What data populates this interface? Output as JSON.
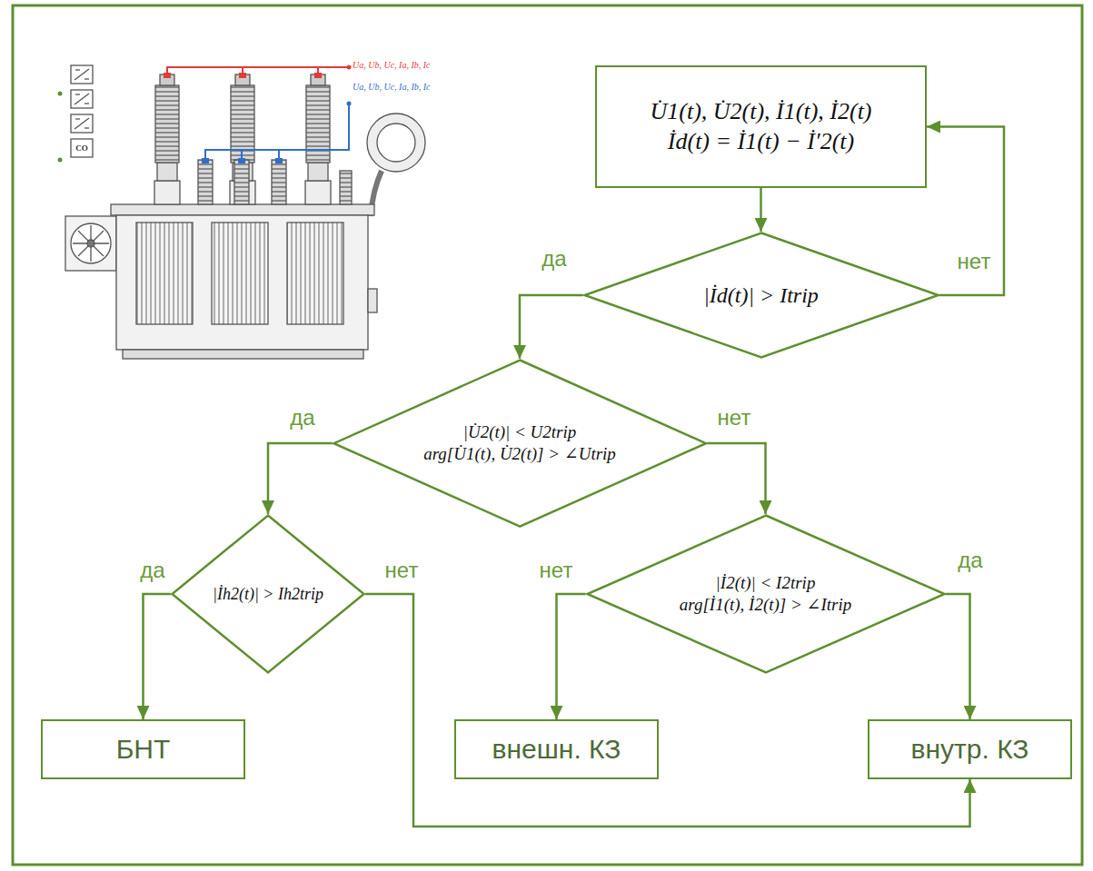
{
  "diagram": {
    "nodes": [
      {
        "text": [
          "U̇1(t), U̇2(t), İ1(t), İ2(t)",
          "İd(t) = İ1(t) − İ′2(t)"
        ]
      },
      {
        "text": [
          "|İd(t)| > Itrip"
        ]
      },
      {
        "text": [
          "|U̇2(t)| < U2trip",
          "arg[U̇1(t), U̇2(t)] > ∠Utrip"
        ]
      },
      {
        "text": [
          "|İh2(t)| > Ih2trip"
        ]
      },
      {
        "text": [
          "|İ2(t)| < I2trip",
          "arg[İ1(t), İ2(t)] > ∠Itrip"
        ]
      },
      {
        "text": [
          "БНТ"
        ]
      },
      {
        "text": [
          "внешн. КЗ"
        ]
      },
      {
        "text": [
          "внутр. КЗ"
        ]
      }
    ],
    "edges": [
      {
        "from": 0,
        "to": 1,
        "arrow": "to"
      },
      {
        "from": 1,
        "to": 0,
        "label": "нет",
        "arrow": "to"
      },
      {
        "from": 1,
        "to": 2,
        "label": "да",
        "arrow": "to"
      },
      {
        "from": 2,
        "to": 3,
        "label": "да",
        "arrow": "to"
      },
      {
        "from": 2,
        "to": 4,
        "label": "нет",
        "arrow": "to"
      },
      {
        "from": 3,
        "to": 5,
        "label": "да",
        "arrow": "to"
      },
      {
        "from": 3,
        "to": 7,
        "label": "нет",
        "arrow": "to"
      },
      {
        "from": 4,
        "to": 6,
        "label": "нет",
        "arrow": "to"
      },
      {
        "from": 4,
        "to": 7,
        "label": "да",
        "arrow": "to"
      }
    ],
    "labels": [
      "Ua, Ub, Uc, Ia, Ib, Ic",
      "Ua, Ub, Uc, Ia, Ib, Ic",
      "CO"
    ]
  }
}
